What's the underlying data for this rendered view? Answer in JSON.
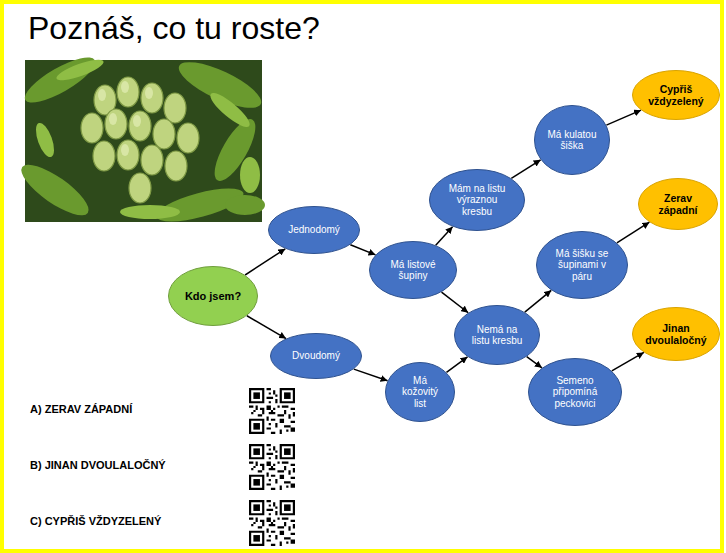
{
  "diagram": {
    "title": "Poznáš, co tu roste?",
    "nodes": [
      {
        "text": [
          "Kdo jsem?"
        ]
      },
      {
        "text": [
          "Jednodomý"
        ]
      },
      {
        "text": [
          "Dvoudomý"
        ]
      },
      {
        "text": [
          "Má listové šupiny"
        ]
      },
      {
        "text": [
          "Má kožovitý list"
        ]
      },
      {
        "text": [
          "Mám na listu výraznou kresbu"
        ]
      },
      {
        "text": [
          "Nemá na listu kresbu"
        ]
      },
      {
        "text": [
          "Má kulatou šiška"
        ]
      },
      {
        "text": [
          "Má šišku se šupinami v páru"
        ]
      },
      {
        "text": [
          "Semeno připomíná peckovici"
        ]
      },
      {
        "text": [
          "Cypřiš vždyzelený"
        ]
      },
      {
        "text": [
          "Zerav západní"
        ]
      },
      {
        "text": [
          "Jinan dvoulaločný"
        ]
      }
    ],
    "edges": [
      {
        "from": 0,
        "to": 1,
        "arrow": "to"
      },
      {
        "from": 0,
        "to": 2,
        "arrow": "to"
      },
      {
        "from": 1,
        "to": 3,
        "arrow": "to"
      },
      {
        "from": 2,
        "to": 4,
        "arrow": "to"
      },
      {
        "from": 3,
        "to": 5,
        "arrow": "to"
      },
      {
        "from": 3,
        "to": 6,
        "arrow": "to"
      },
      {
        "from": 4,
        "to": 6,
        "arrow": "to"
      },
      {
        "from": 5,
        "to": 7,
        "arrow": "to"
      },
      {
        "from": 6,
        "to": 8,
        "arrow": "to"
      },
      {
        "from": 6,
        "to": 9,
        "arrow": "to"
      },
      {
        "from": 7,
        "to": 10,
        "arrow": "to"
      },
      {
        "from": 8,
        "to": 11,
        "arrow": "to"
      },
      {
        "from": 9,
        "to": 12,
        "arrow": "to"
      }
    ],
    "labels": [
      "A) ZERAV ZÁPADNÍ",
      "B) JINAN DVOULALOČNÝ",
      "C) CYPŘIŠ VŽDYZELENÝ"
    ]
  }
}
